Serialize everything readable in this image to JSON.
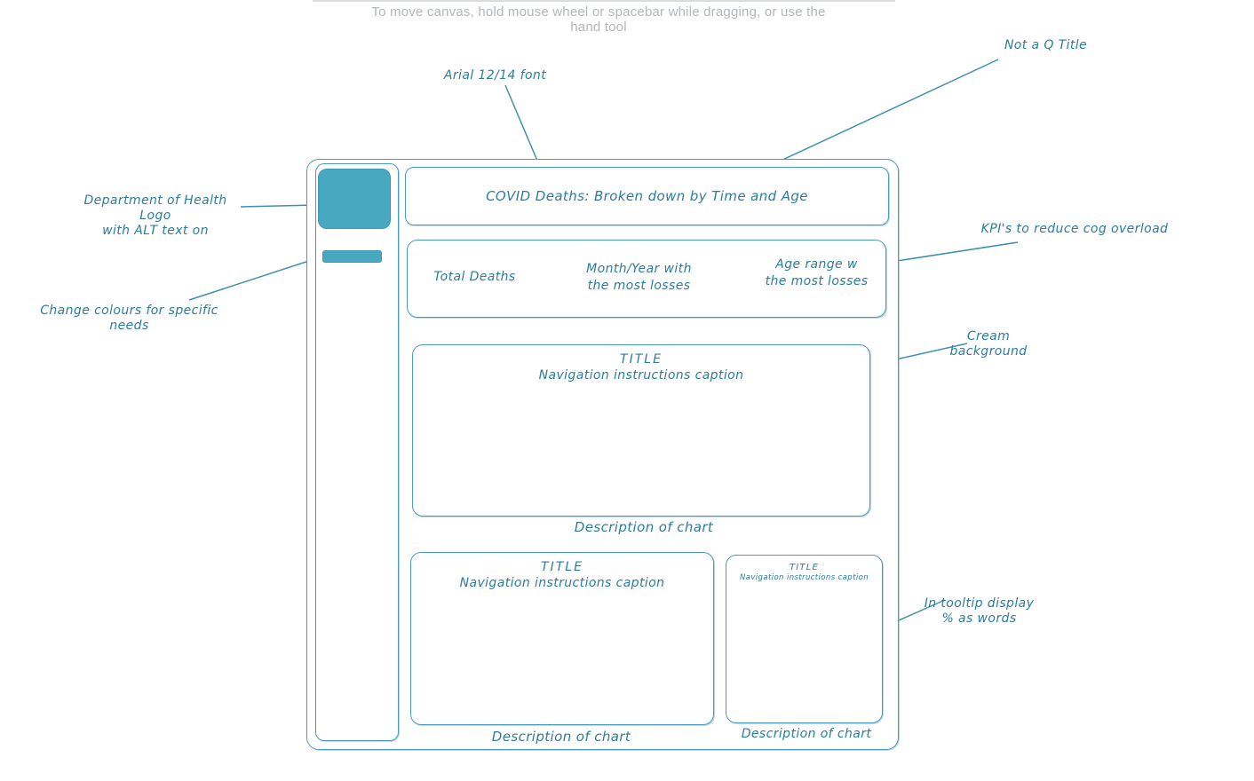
{
  "app": {
    "hint": "To move canvas, hold mouse wheel or spacebar while dragging, or use the hand tool"
  },
  "colors": {
    "accent_fill": "#47a8c0",
    "sketch_stroke": "#4b9cba",
    "ink": "#2b7c9e",
    "hint_gray": "#b3b6ba"
  },
  "wireframe": {
    "dashboard_title": "COVID Deaths: Broken down by Time and Age",
    "kpis": [
      {
        "label": "Total Deaths"
      },
      {
        "label": "Month/Year with\nthe most losses"
      },
      {
        "label": "Age range w\nthe most losses"
      }
    ],
    "charts": [
      {
        "title": "TITLE",
        "caption": "Navigation instructions caption",
        "description": "Description of chart"
      },
      {
        "title": "TITLE",
        "caption": "Navigation instructions caption",
        "description": "Description of chart"
      },
      {
        "title": "TITLE",
        "caption": "Navigation instructions caption",
        "description": "Description of chart"
      }
    ]
  },
  "annotations": [
    {
      "text": "Arial 12/14 font"
    },
    {
      "text": "Not a Q Title"
    },
    {
      "text": "Department of Health Logo\nwith ALT text on"
    },
    {
      "text": "Change colours for specific needs"
    },
    {
      "text": "KPI's to reduce cog overload"
    },
    {
      "text": "Cream background"
    },
    {
      "text": "In tooltip display\n% as words"
    }
  ]
}
